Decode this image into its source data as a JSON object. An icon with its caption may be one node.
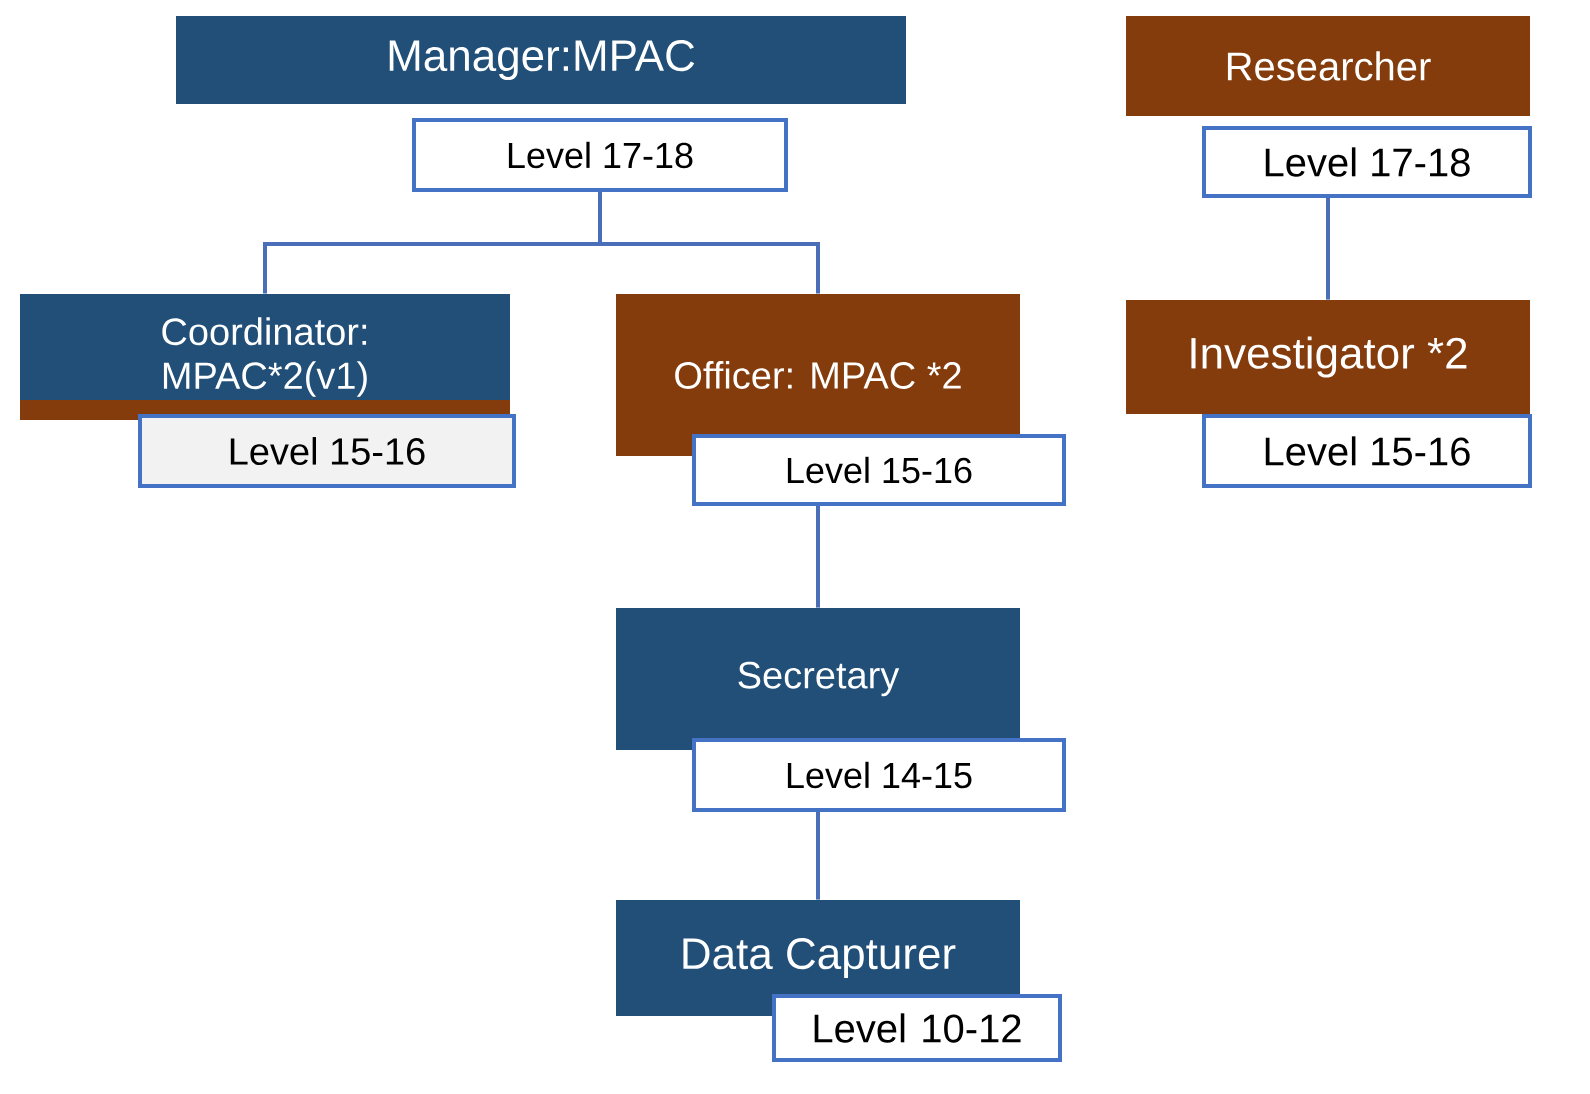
{
  "diagram": {
    "nodes": [
      {
        "text": [
          "Manager:MPAC"
        ]
      },
      {
        "text": [
          "Level 17-18"
        ]
      },
      {
        "text": [
          "Researcher"
        ]
      },
      {
        "text": [
          "Level 17-18"
        ]
      },
      {
        "text": [
          "Coordinator: MPAC*2(v1)"
        ]
      },
      {
        "text": [
          "Level 15-16"
        ]
      },
      {
        "text": [
          "Officer: MPAC *2"
        ]
      },
      {
        "text": [
          "Level 15-16"
        ]
      },
      {
        "text": [
          "Investigator *2"
        ]
      },
      {
        "text": [
          "Level 15-16"
        ]
      },
      {
        "text": [
          "Secretary"
        ]
      },
      {
        "text": [
          "Level 14-15"
        ]
      },
      {
        "text": [
          "Data Capturer"
        ]
      },
      {
        "text": [
          "Level 10-12"
        ]
      }
    ],
    "edges": [
      {
        "from": 1,
        "to": 4,
        "arrow": "none"
      },
      {
        "from": 1,
        "to": 6,
        "arrow": "none"
      },
      {
        "from": 3,
        "to": 8,
        "arrow": "none"
      },
      {
        "from": 7,
        "to": 10,
        "arrow": "none"
      },
      {
        "from": 11,
        "to": 12,
        "arrow": "none"
      }
    ]
  }
}
